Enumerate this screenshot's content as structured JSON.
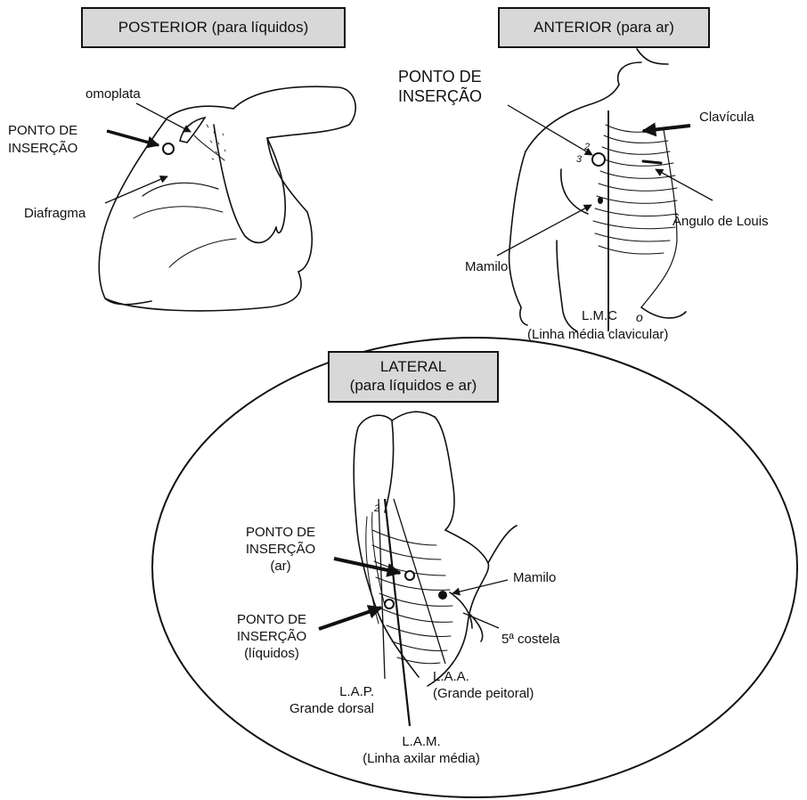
{
  "posterior": {
    "title": "POSTERIOR (para líquidos)",
    "omoplata": "omoplata",
    "ponto_line1": "PONTO DE",
    "ponto_line2": "INSERÇÃO",
    "diafragma": "Diafragma"
  },
  "anterior": {
    "title": "ANTERIOR (para ar)",
    "ponto_line1": "PONTO DE",
    "ponto_line2": "INSERÇÃO",
    "clavicula": "Clavícula",
    "angulo": "Ângulo de Louis",
    "mamilo": "Mamilo",
    "lmc": "L.M.C",
    "lmc_full": "(Linha média clavicular)",
    "rib_numbers": [
      "2",
      "3"
    ]
  },
  "lateral": {
    "title_line1": "LATERAL",
    "title_line2": "(para líquidos e ar)",
    "ponto_ar_line1": "PONTO DE",
    "ponto_ar_line2": "INSERÇÃO",
    "ponto_ar_line3": "(ar)",
    "ponto_liq_line1": "PONTO DE",
    "ponto_liq_line2": "INSERÇÃO",
    "ponto_liq_line3": "(líquidos)",
    "mamilo": "Mamilo",
    "costela": "5ª costela",
    "laa": "L.A.A.",
    "laa_full": "(Grande peitoral)",
    "lap": "L.A.P.",
    "lap_full": "Grande dorsal",
    "lam": "L.A.M.",
    "lam_full": "(Linha axilar média)",
    "rib_number": "2"
  }
}
